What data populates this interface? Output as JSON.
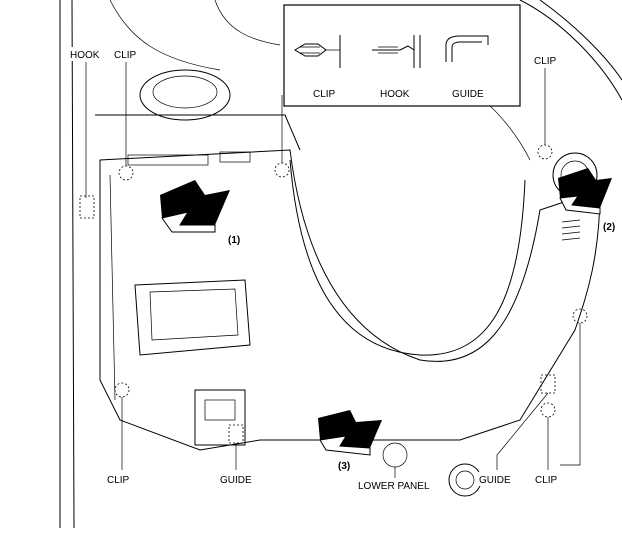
{
  "callouts": {
    "hook_left": "HOOK",
    "clip_top_left": "CLIP",
    "clip_top_right": "CLIP",
    "clip_bottom_left": "CLIP",
    "guide_bottom_left": "GUIDE",
    "lower_panel": "LOWER PANEL",
    "guide_bottom_right": "GUIDE",
    "clip_bottom_right": "CLIP"
  },
  "legend": {
    "clip": "CLIP",
    "hook": "HOOK",
    "guide": "GUIDE"
  },
  "steps": {
    "step1": "(1)",
    "step2": "(2)",
    "step3": "(3)"
  }
}
